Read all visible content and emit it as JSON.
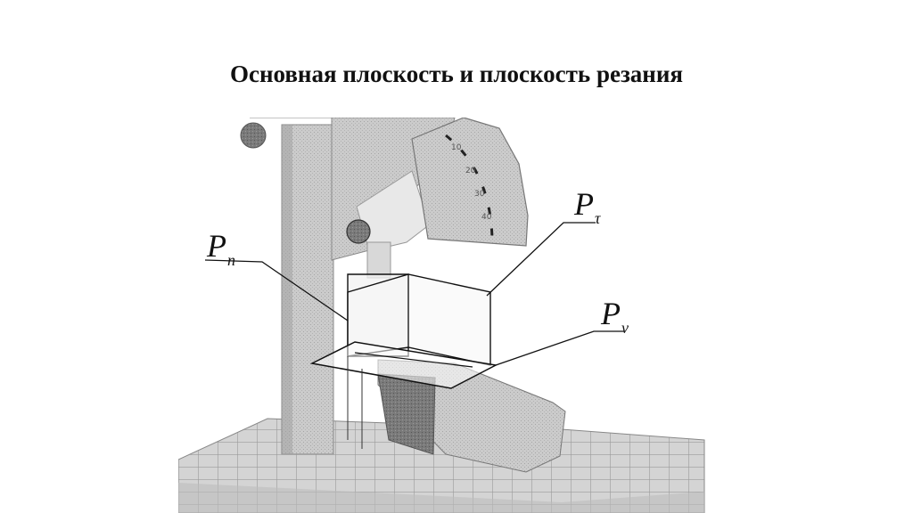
{
  "title": "Основная плоскость и плоскость резания",
  "labels": {
    "pn": {
      "main": "P",
      "sub": "n"
    },
    "pt": {
      "main": "P",
      "sub": "τ"
    },
    "pv": {
      "main": "P",
      "sub": "v"
    }
  },
  "dial": {
    "scale": [
      "10",
      "20",
      "30",
      "40"
    ]
  },
  "colors": {
    "machine": "#c9c9c9",
    "machine_dark": "#8f8f8f",
    "outline": "#1a1a1a",
    "background": "#ffffff"
  }
}
